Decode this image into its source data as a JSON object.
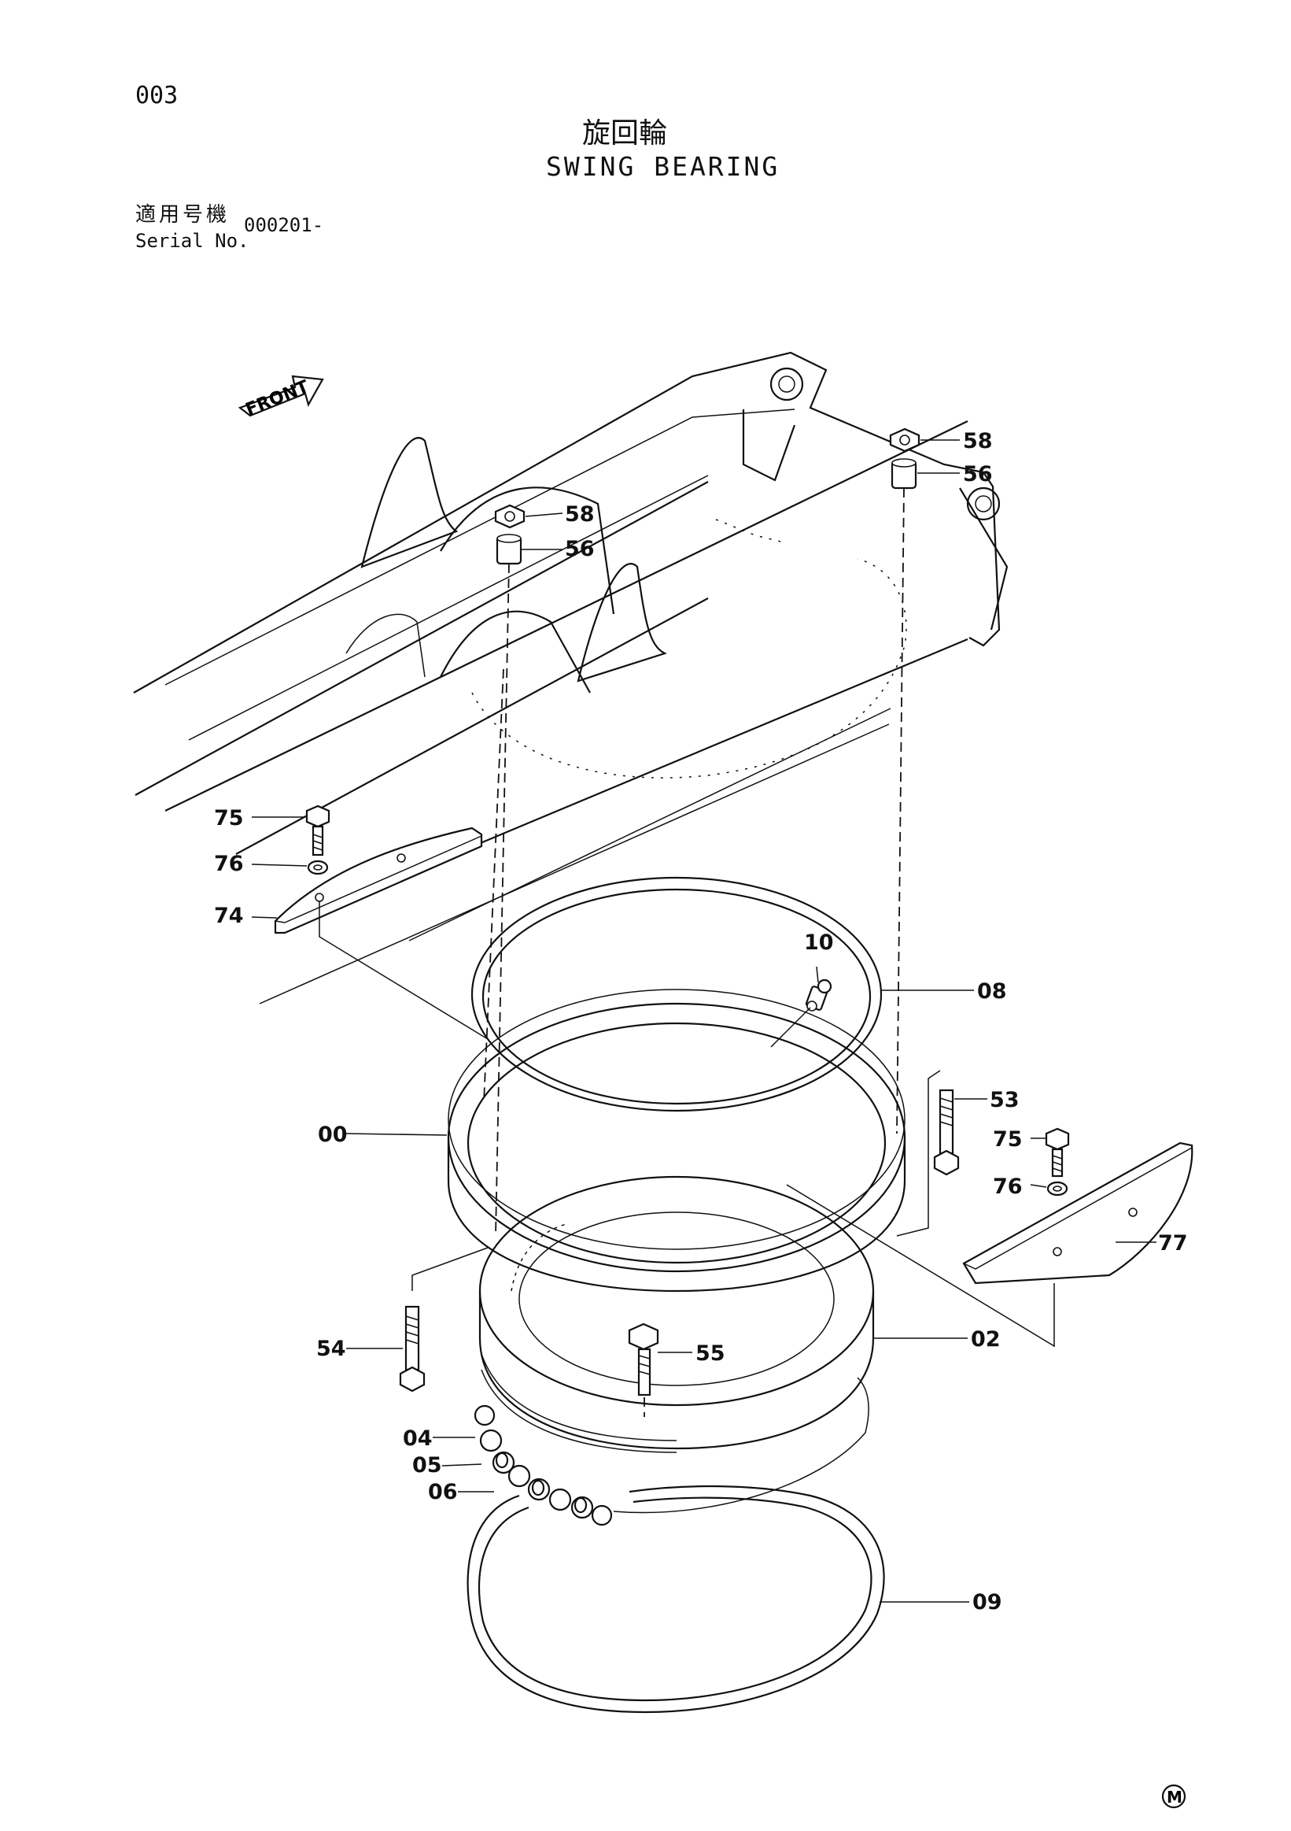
{
  "page_number": "003",
  "title_jp": "旋回輪",
  "title_en": "SWING BEARING",
  "serial_label_jp": "適用号機",
  "serial_label_en": "Serial No.",
  "serial_value": "000201-",
  "front_label": "FRONT",
  "mark": "M",
  "callouts": {
    "c58a": "58",
    "c56a": "56",
    "c58b": "58",
    "c56b": "56",
    "c75a": "75",
    "c76a": "76",
    "c74": "74",
    "c10": "10",
    "c08": "08",
    "c00": "00",
    "c53": "53",
    "c75b": "75",
    "c76b": "76",
    "c77": "77",
    "c54": "54",
    "c55": "55",
    "c02": "02",
    "c04": "04",
    "c05": "05",
    "c06": "06",
    "c09": "09"
  }
}
